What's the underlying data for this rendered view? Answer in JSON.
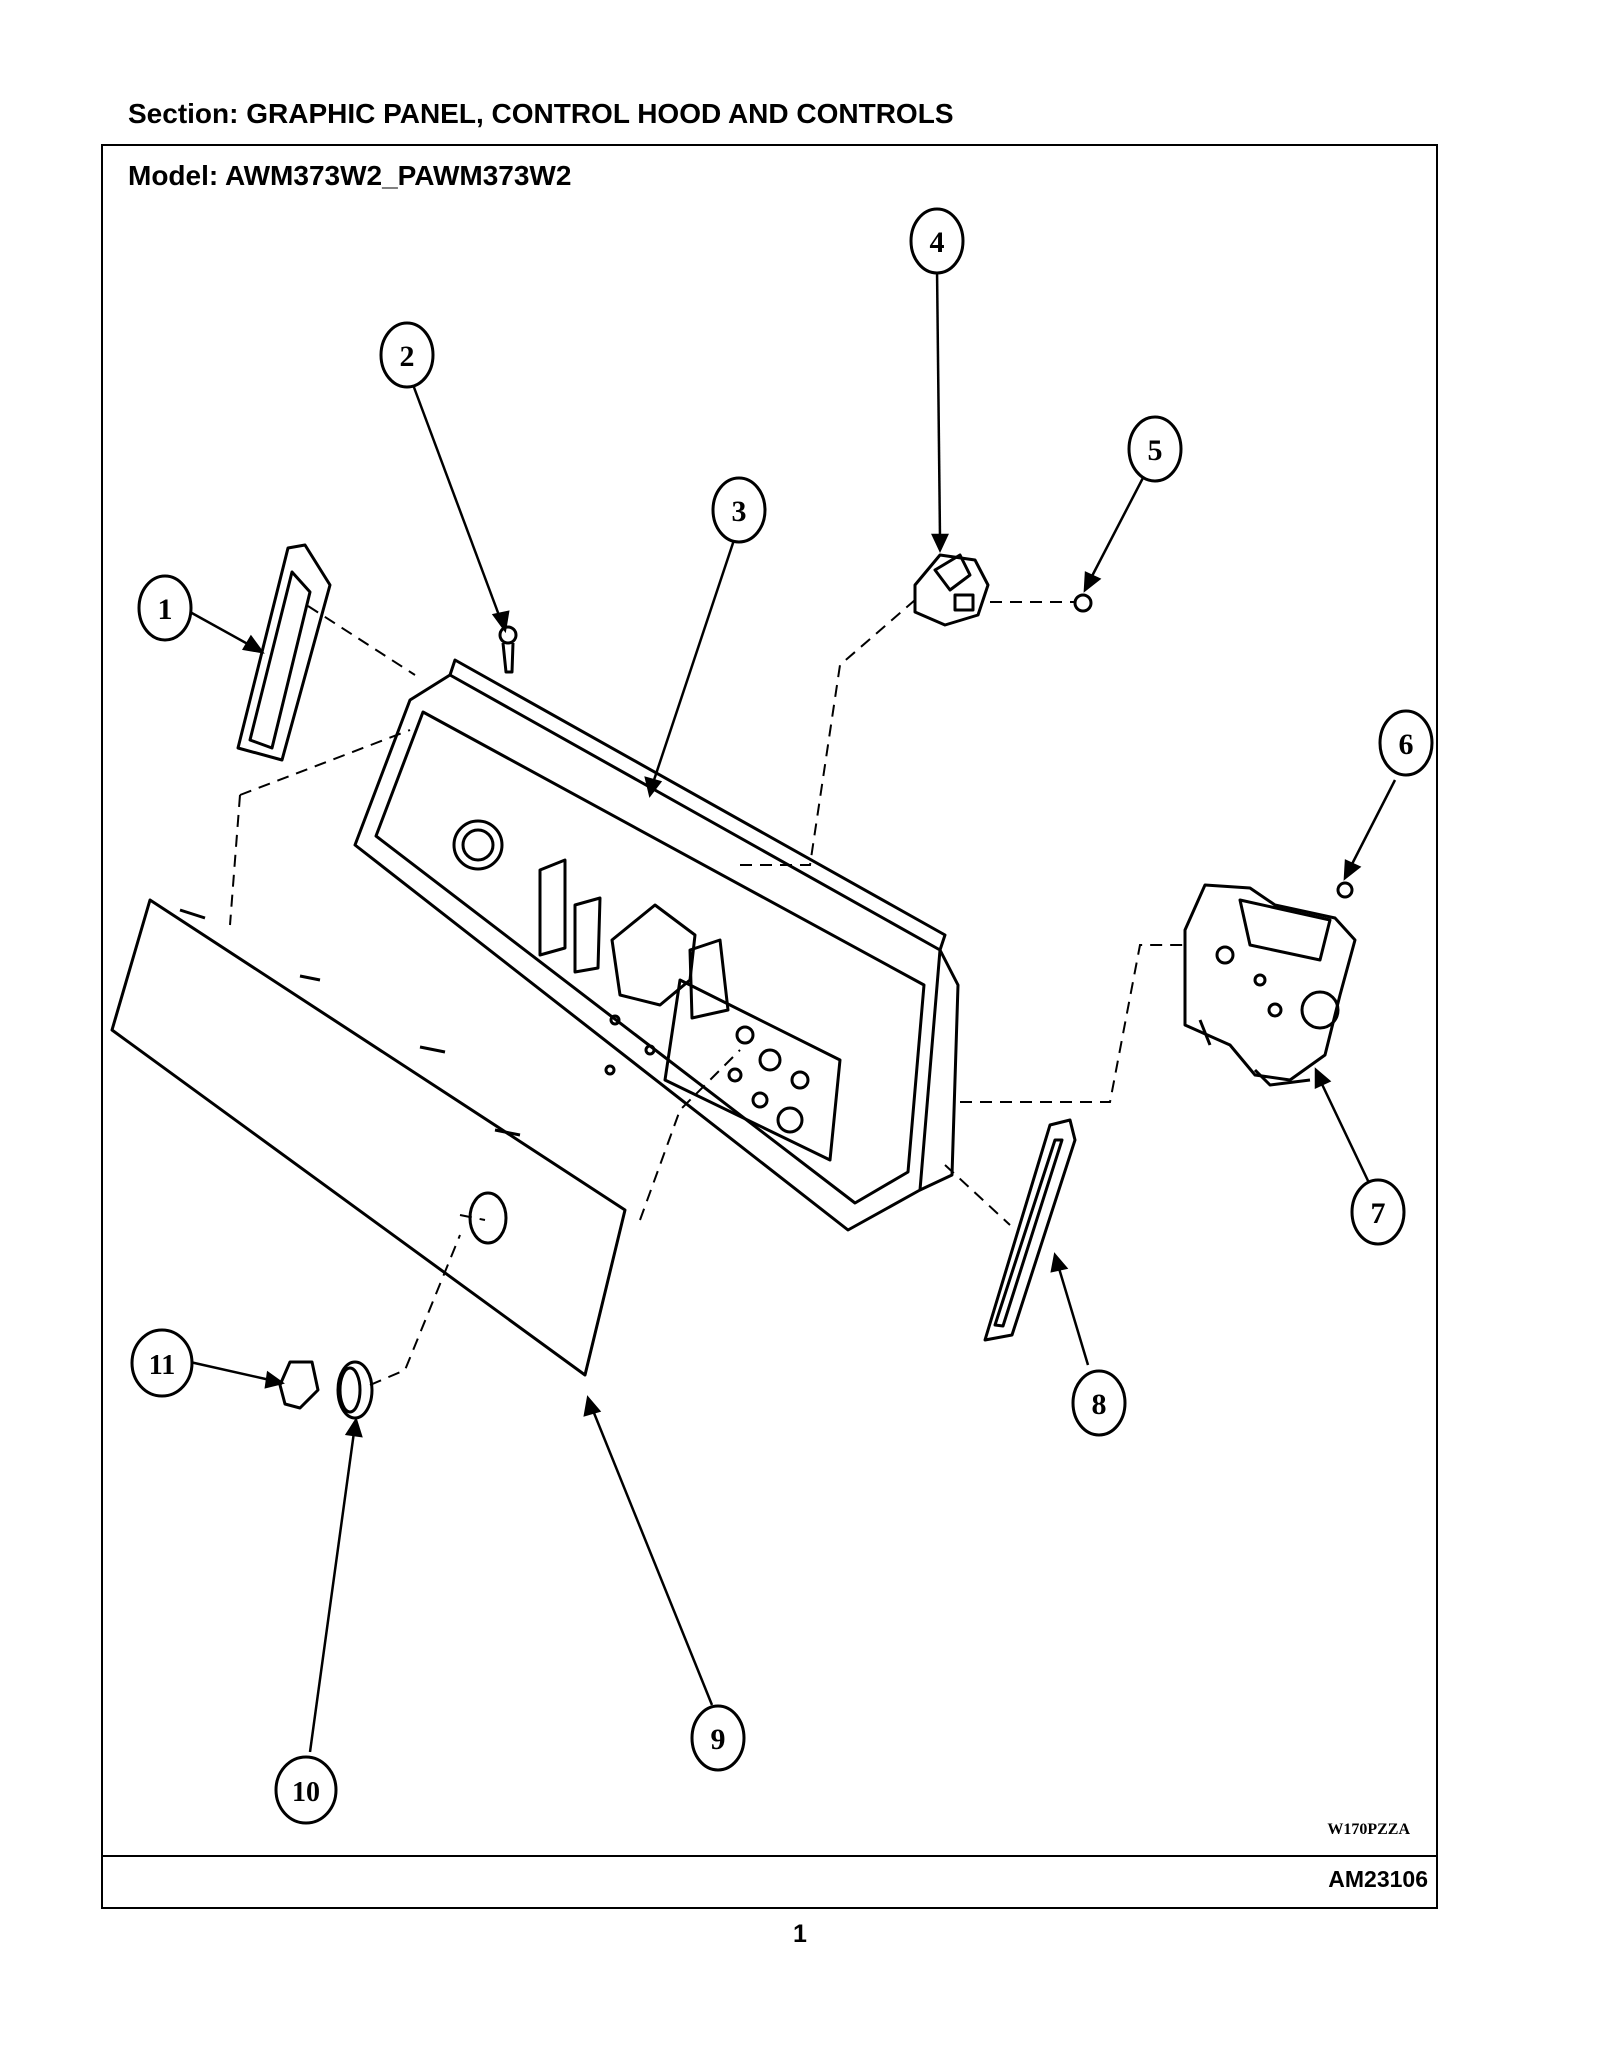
{
  "header": {
    "section_title": "Section:  GRAPHIC PANEL, CONTROL HOOD AND CONTROLS",
    "model_title": "Model:  AWM373W2_PAWM373W2"
  },
  "diagram": {
    "drawing_code": "W170PZZA",
    "callouts": [
      "1",
      "2",
      "3",
      "4",
      "5",
      "6",
      "7",
      "8",
      "9",
      "10",
      "11"
    ]
  },
  "footer": {
    "doc_id": "AM23106",
    "page_number": "1"
  }
}
